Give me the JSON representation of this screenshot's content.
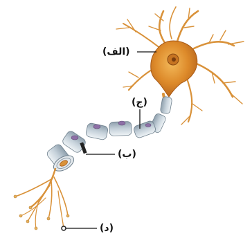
{
  "diagram": {
    "labels": {
      "alef": "(الف)",
      "jim": "(ج)",
      "be": "(ب)",
      "dal": "(د)"
    }
  }
}
